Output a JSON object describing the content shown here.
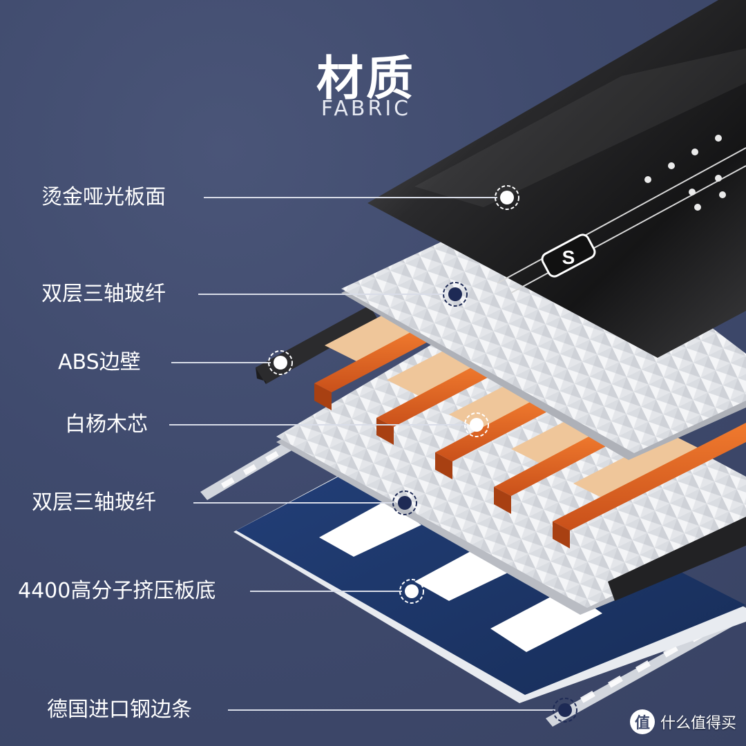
{
  "header": {
    "title": "材质",
    "subtitle": "FABRIC"
  },
  "layers": [
    {
      "label": "烫金哑光板面",
      "dot_style": "white"
    },
    {
      "label": "双层三轴玻纤",
      "dot_style": "navy"
    },
    {
      "label": "ABS边壁",
      "dot_style": "white"
    },
    {
      "label": "白杨木芯",
      "dot_style": "white"
    },
    {
      "label": "双层三轴玻纤",
      "dot_style": "navy"
    },
    {
      "label": "4400高分子挤压板底",
      "dot_style": "white"
    },
    {
      "label": "德国进口钢边条",
      "dot_style": "navy"
    }
  ],
  "topsheet_badge": "S",
  "watermark": {
    "icon": "值",
    "text": "什么值得买"
  },
  "colors": {
    "background": "#3f4a6d",
    "topsheet": "#1c1c1e",
    "fiberglass": "#e4e6ea",
    "abs": "#2a2a2a",
    "wood_light": "#efc69a",
    "wood_orange": "#e0631d",
    "base": "#1f3a6a",
    "steel": "#cfd3da",
    "leader_line": "#d9dde8",
    "dot_navy": "#1e2a55"
  }
}
